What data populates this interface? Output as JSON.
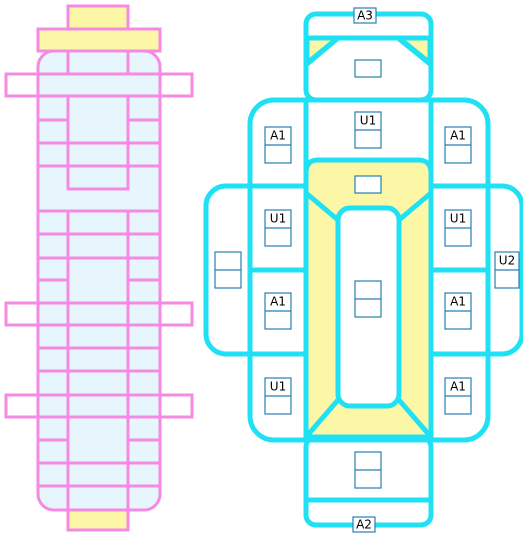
{
  "colors": {
    "pink": "#f58ae3",
    "light_blue_fill": "#e7f6fd",
    "yellow_fill": "#fcf7a6",
    "cyan": "#1fe1f3",
    "small_box_stroke": "#277fb5",
    "label_fill": "#ffffff"
  },
  "labels": {
    "a3": "A3",
    "a2": "A2",
    "u2": "U2",
    "u1_top_center": "U1",
    "a1_top_left": "A1",
    "a1_top_right": "A1",
    "u1_mid_left": "U1",
    "u1_mid_right": "U1",
    "a1_mid_left": "A1",
    "a1_mid_right": "A1",
    "u1_bottom_left": "U1",
    "a1_bottom_right": "A1"
  }
}
